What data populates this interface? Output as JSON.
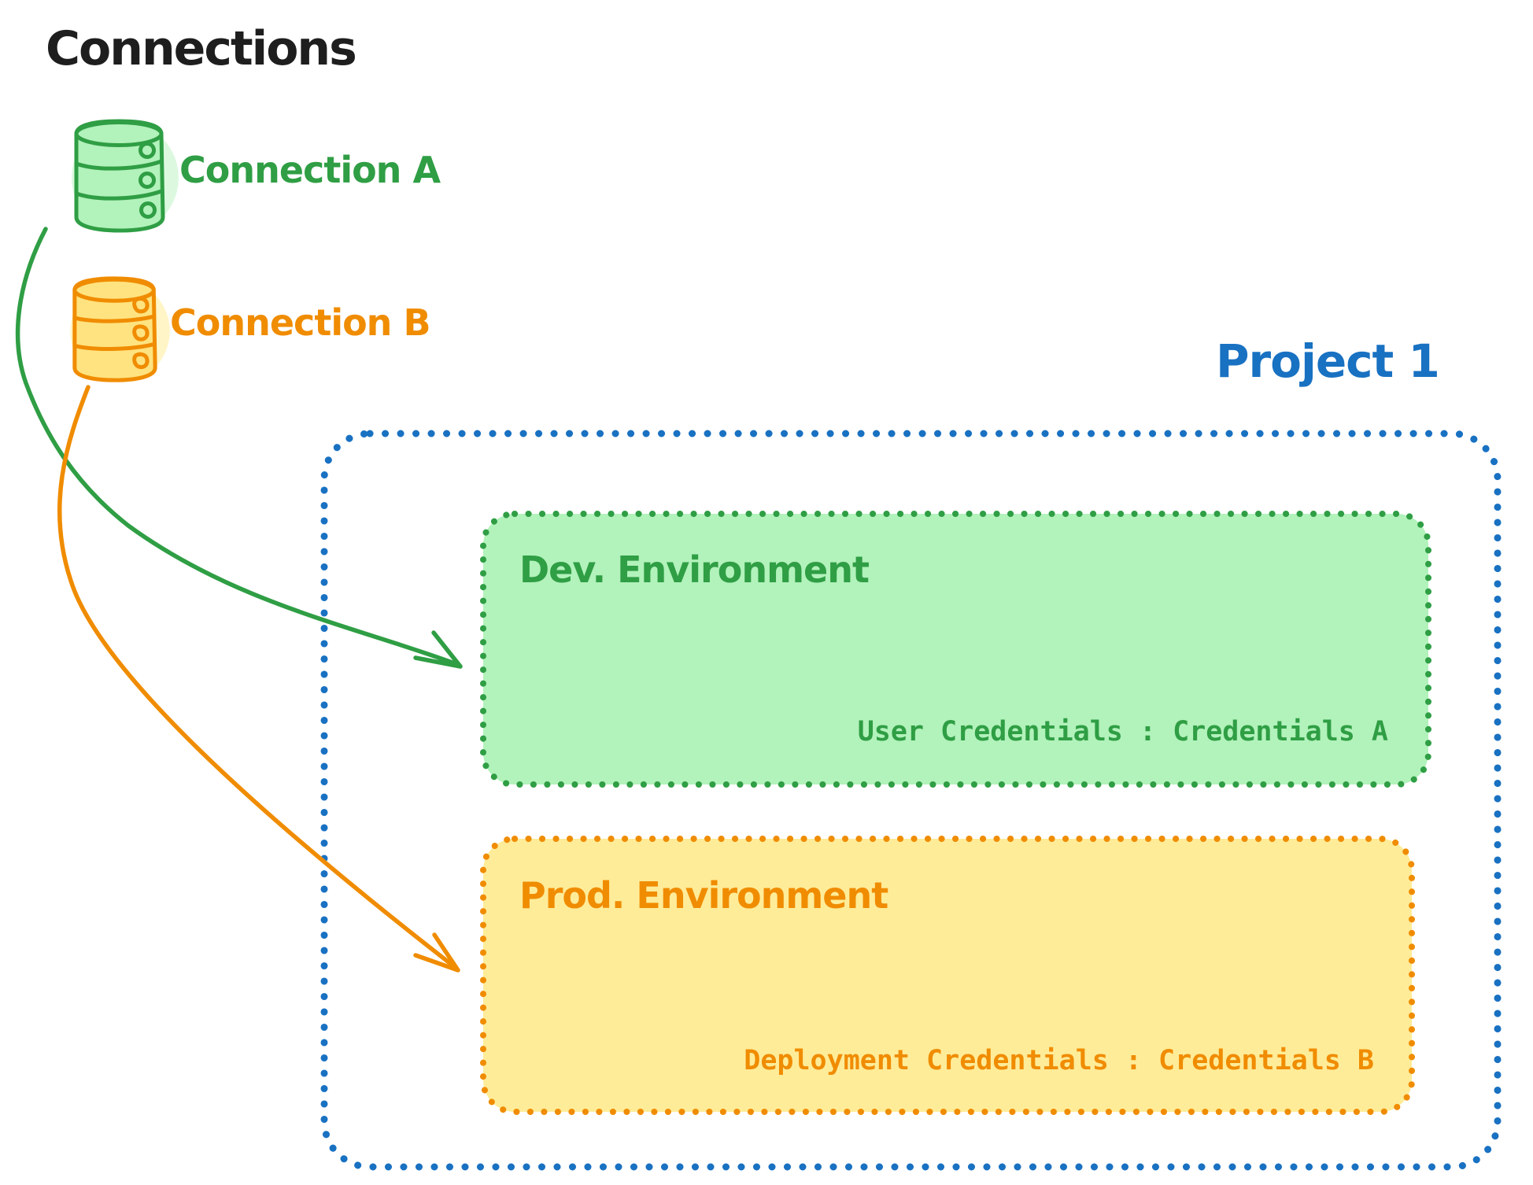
{
  "colors": {
    "ink": "#1e1e1e",
    "green_stroke": "#2f9e44",
    "green_fill": "#b2f2bb",
    "orange_stroke": "#f08c00",
    "orange_fill": "#ffec99",
    "blue_stroke": "#1971c2",
    "background": "#ffffff"
  },
  "diagram": {
    "title": "Connections",
    "connections": [
      {
        "label": "Connection A",
        "color": "#2f9e44"
      },
      {
        "label": "Connection B",
        "color": "#f08c00"
      }
    ],
    "project": {
      "label": "Project 1",
      "environments": [
        {
          "name": "Dev. Environment",
          "credentials": "User Credentials : Credentials A"
        },
        {
          "name": "Prod. Environment",
          "credentials": "Deployment Credentials : Credentials B"
        }
      ]
    }
  }
}
